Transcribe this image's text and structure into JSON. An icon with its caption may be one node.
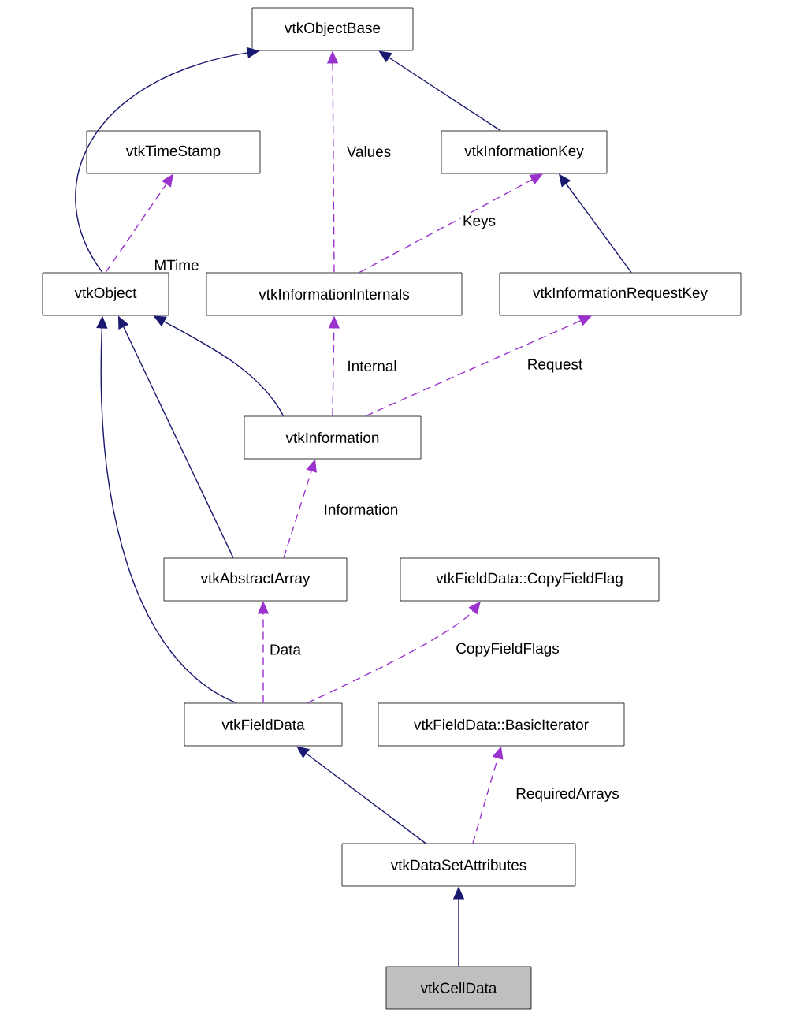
{
  "diagram": {
    "nodes": [
      {
        "text": [
          "vtkObjectBase"
        ]
      },
      {
        "text": [
          "vtkTimeStamp"
        ]
      },
      {
        "text": [
          "vtkInformationKey"
        ]
      },
      {
        "text": [
          "vtkObject"
        ]
      },
      {
        "text": [
          "vtkInformationInternals"
        ]
      },
      {
        "text": [
          "vtkInformationRequestKey"
        ]
      },
      {
        "text": [
          "vtkInformation"
        ]
      },
      {
        "text": [
          "vtkAbstractArray"
        ]
      },
      {
        "text": [
          "vtkFieldData::CopyFieldFlag"
        ]
      },
      {
        "text": [
          "vtkFieldData"
        ]
      },
      {
        "text": [
          "vtkFieldData::BasicIterator"
        ]
      },
      {
        "text": [
          "vtkDataSetAttributes"
        ]
      },
      {
        "text": [
          "vtkCellData"
        ]
      }
    ],
    "edges": [
      {
        "from": 3,
        "to": 0,
        "arrow": "to",
        "color": "#191970"
      },
      {
        "from": 2,
        "to": 0,
        "arrow": "to",
        "color": "#191970"
      },
      {
        "from": 5,
        "to": 2,
        "arrow": "to",
        "color": "#191970"
      },
      {
        "from": 6,
        "to": 3,
        "arrow": "to",
        "color": "#191970"
      },
      {
        "from": 7,
        "to": 3,
        "arrow": "to",
        "color": "#191970"
      },
      {
        "from": 9,
        "to": 3,
        "arrow": "to",
        "color": "#191970"
      },
      {
        "from": 11,
        "to": 9,
        "arrow": "to",
        "color": "#191970"
      },
      {
        "from": 12,
        "to": 11,
        "arrow": "to",
        "color": "#191970"
      },
      {
        "from": 3,
        "to": 1,
        "arrow": "to",
        "label": "MTime",
        "style": "dashed",
        "color": "#9a32cd"
      },
      {
        "from": 4,
        "to": 0,
        "arrow": "to",
        "label": "Values",
        "style": "dashed",
        "color": "#9a32cd"
      },
      {
        "from": 4,
        "to": 2,
        "arrow": "to",
        "label": "Keys",
        "style": "dashed",
        "color": "#9a32cd"
      },
      {
        "from": 6,
        "to": 4,
        "arrow": "to",
        "label": "Internal",
        "style": "dashed",
        "color": "#9a32cd"
      },
      {
        "from": 6,
        "to": 5,
        "arrow": "to",
        "label": "Request",
        "style": "dashed",
        "color": "#9a32cd"
      },
      {
        "from": 7,
        "to": 6,
        "arrow": "to",
        "label": "Information",
        "style": "dashed",
        "color": "#9a32cd"
      },
      {
        "from": 9,
        "to": 7,
        "arrow": "to",
        "label": "Data",
        "style": "dashed",
        "color": "#9a32cd"
      },
      {
        "from": 9,
        "to": 8,
        "arrow": "to",
        "label": "CopyFieldFlags",
        "style": "dashed",
        "color": "#9a32cd"
      },
      {
        "from": 11,
        "to": 10,
        "arrow": "to",
        "label": "RequiredArrays",
        "style": "dashed",
        "color": "#9a32cd"
      }
    ]
  }
}
